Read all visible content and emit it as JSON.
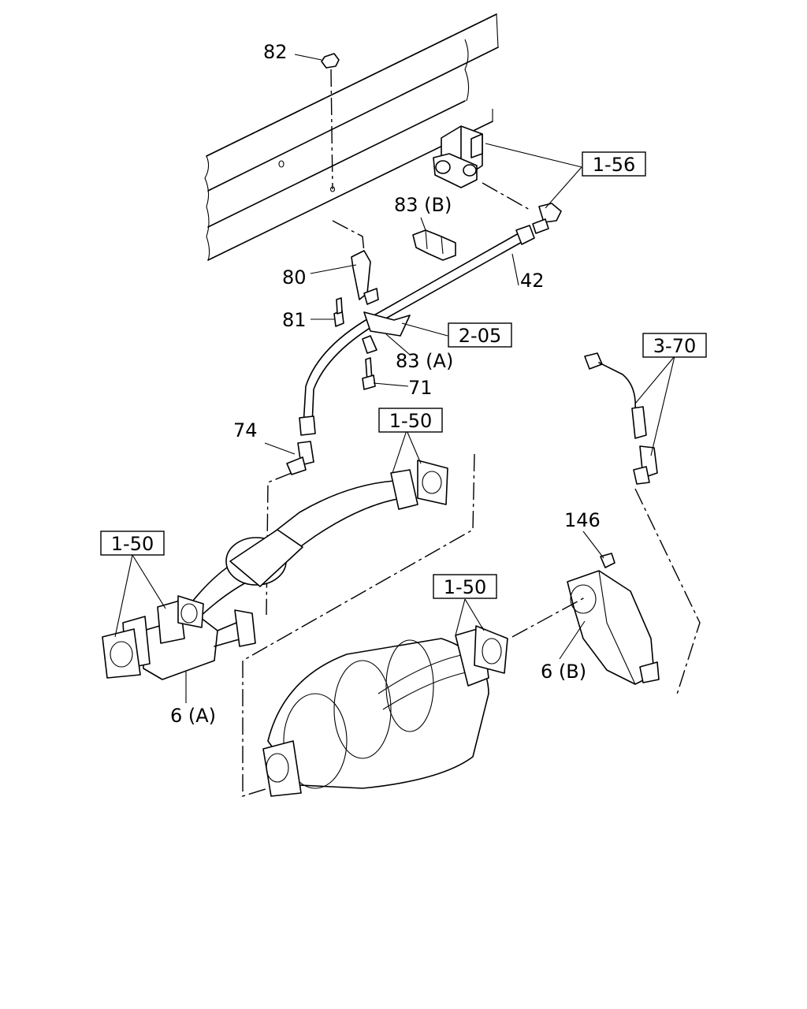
{
  "callouts": {
    "c82": "82",
    "c83b": "83 (B)",
    "c80": "80",
    "c81": "81",
    "c42": "42",
    "c83a": "83 (A)",
    "c71": "71",
    "c74": "74",
    "c146": "146",
    "c6a": "6 (A)",
    "c6b": "6 (B)"
  },
  "refs": {
    "r156": "1-56",
    "r205": "2-05",
    "r370": "3-70",
    "r150a": "1-50",
    "r150b": "1-50",
    "r150c": "1-50"
  }
}
